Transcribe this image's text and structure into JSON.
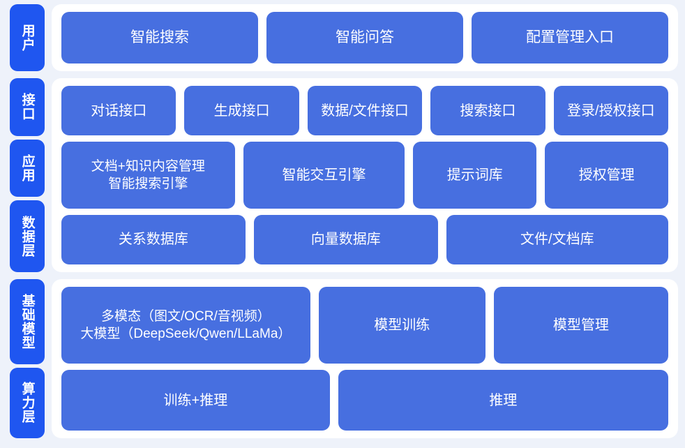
{
  "diagram": {
    "colors": {
      "background": "#eef2fa",
      "panel": "#ffffff",
      "tag": "#1f56f0",
      "box": "#476fe0",
      "text": "#ffffff"
    },
    "sections": [
      {
        "id": "users",
        "tags": [
          "用户"
        ],
        "rows": [
          {
            "id": "users-row",
            "boxes": [
              "智能搜索",
              "智能问答",
              "配置管理入口"
            ]
          }
        ]
      },
      {
        "id": "middle",
        "tags": [
          "接口",
          "应用",
          "数据层"
        ],
        "rows": [
          {
            "id": "interface-row",
            "boxes": [
              "对话接口",
              "生成接口",
              "数据/文件接口",
              "搜索接口",
              "登录/授权接口"
            ]
          },
          {
            "id": "application-row",
            "boxes": [
              "文档+知识内容管理\n智能搜索引擎",
              "智能交互引擎",
              "提示词库",
              "授权管理"
            ]
          },
          {
            "id": "data-row",
            "boxes": [
              "关系数据库",
              "向量数据库",
              "文件/文档库"
            ]
          }
        ]
      },
      {
        "id": "base",
        "tags": [
          "基础模型",
          "算力层"
        ],
        "rows": [
          {
            "id": "model-row",
            "boxes": [
              "多模态（图文/OCR/音视频）\n大模型（DeepSeek/Qwen/LLaMa）",
              "模型训练",
              "模型管理"
            ]
          },
          {
            "id": "compute-row",
            "boxes": [
              "训练+推理",
              "推理"
            ]
          }
        ]
      }
    ]
  }
}
